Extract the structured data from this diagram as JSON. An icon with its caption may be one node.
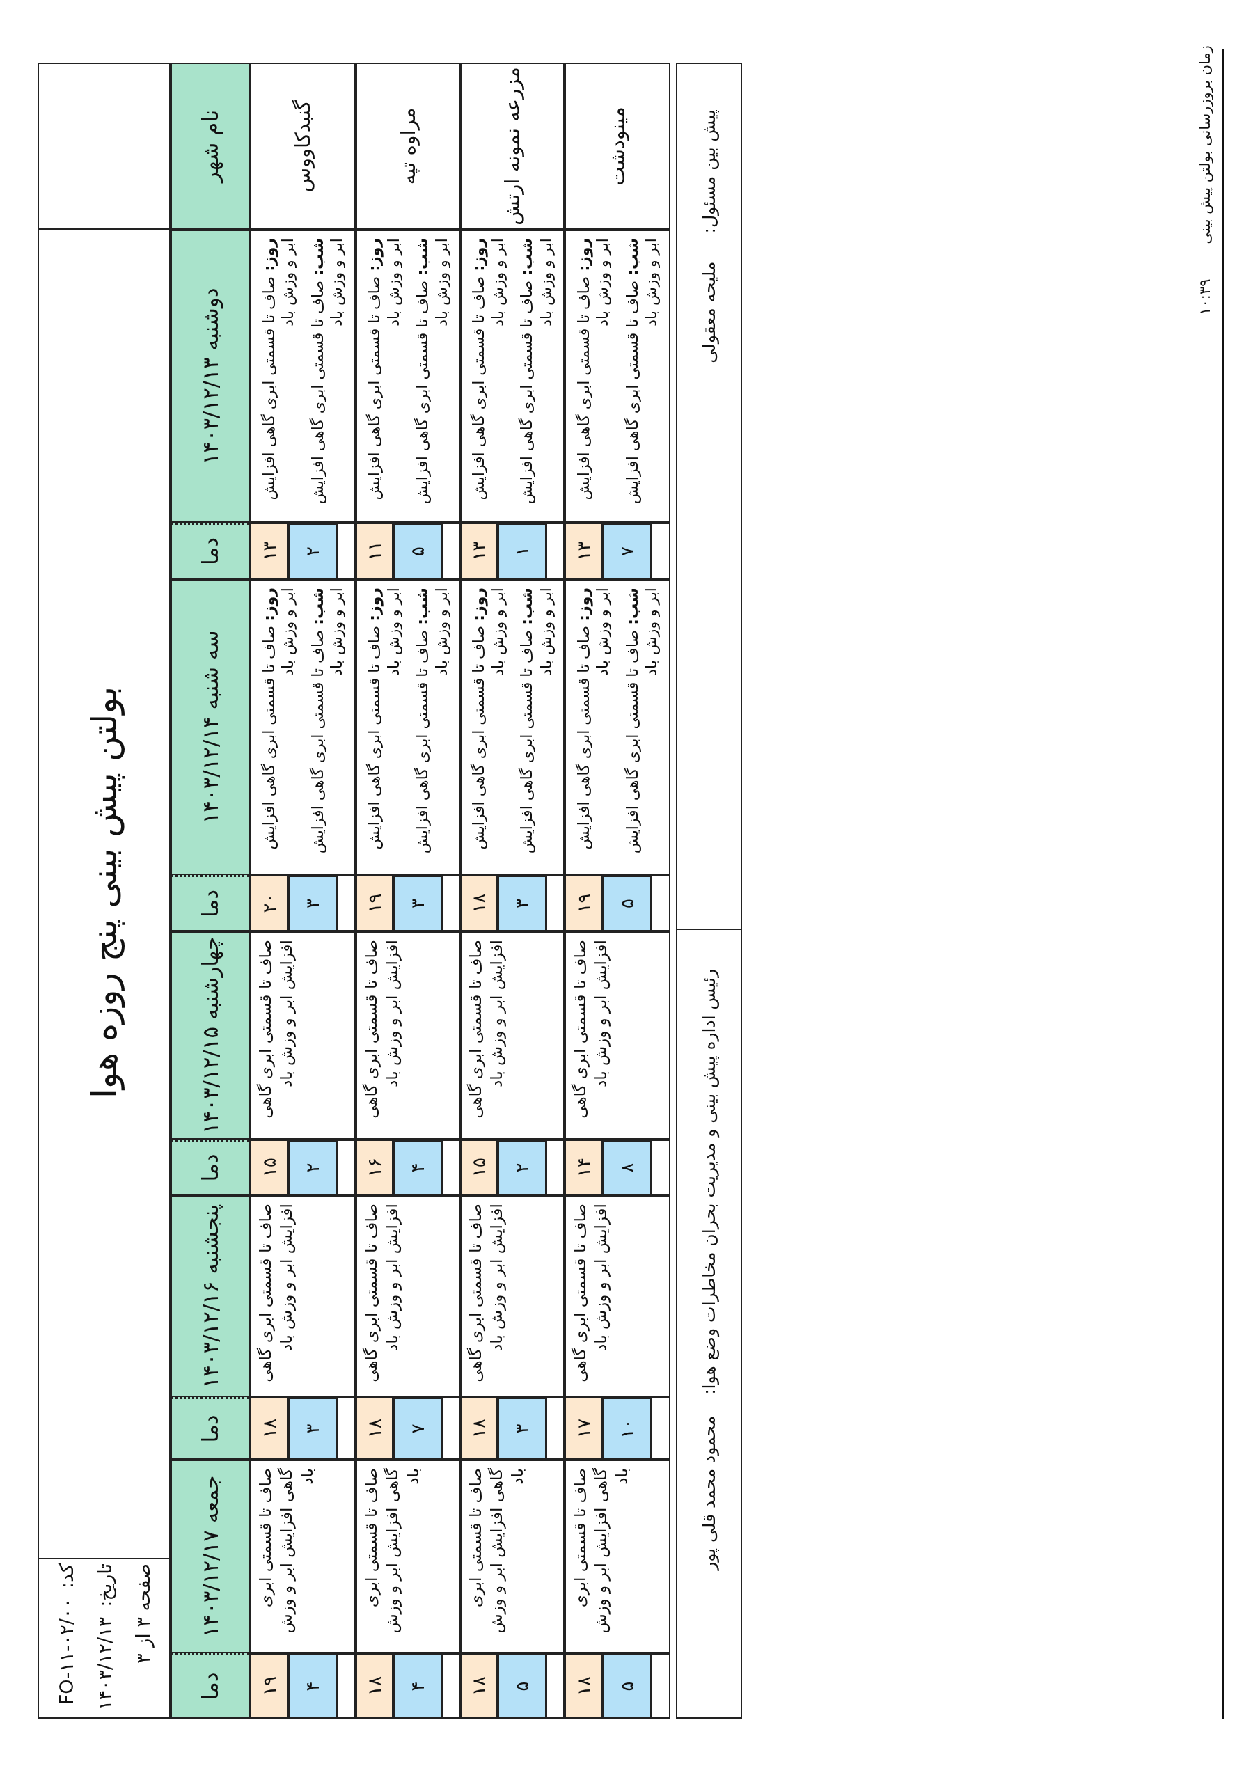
{
  "diagram": {
    "title": "بولتن پیش بینی پنج روزه هوا",
    "labels": [
      "کد:",
      "FO-۱۱-۰۲/۰۰",
      "تاریخ:",
      "۱۴۰۳/۱۲/۱۳",
      "صفحه ۳ از ۳",
      "نام شهر",
      "دوشنبه ۱۴۰۳/۱۲/۱۳",
      "دما",
      "سه شنبه ۱۴۰۳/۱۲/۱۴",
      "دما",
      "چهارشنبه ۱۴۰۳/۱۲/۱۵",
      "دما",
      "پنجشنبه ۱۴۰۳/۱۲/۱۶",
      "دما",
      "جمعه ۱۴۰۳/۱۲/۱۷",
      "دما",
      "گنبدکاووس",
      "**روز:** صاف تا قسمتی ابری گاهی افزایش ابر و وزش باد",
      "**شب:** صاف تا قسمتی ابری گاهی افزایش ابر و وزش باد",
      "۱۳",
      "۲",
      "**روز:** صاف تا قسمتی ابری گاهی افزایش ابر و وزش باد",
      "**شب:** صاف تا قسمتی ابری گاهی افزایش ابر و وزش باد",
      "۲۰",
      "۳",
      "صاف تا قسمتی ابری گاهی افزایش ابر و وزش باد",
      "۱۵",
      "۲",
      "صاف تا قسمتی ابری گاهی افزایش ابر و وزش باد",
      "۱۸",
      "۳",
      "صاف تا قسمتی ابری گاهی افزایش ابر و وزش باد",
      "۱۹",
      "۴",
      "مراوه تپه",
      "**روز:** صاف تا قسمتی ابری گاهی افزایش ابر و وزش باد",
      "**شب:** صاف تا قسمتی ابری گاهی افزایش ابر و وزش باد",
      "۱۱",
      "۵",
      "**روز:** صاف تا قسمتی ابری گاهی افزایش ابر و وزش باد",
      "**شب:** صاف تا قسمتی ابری گاهی افزایش ابر و وزش باد",
      "۱۹",
      "۳",
      "صاف تا قسمتی ابری گاهی افزایش ابر و وزش باد",
      "۱۶",
      "۴",
      "صاف تا قسمتی ابری گاهی افزایش ابر و وزش باد",
      "۱۸",
      "۷",
      "صاف تا قسمتی ابری گاهی افزایش ابر و وزش باد",
      "۱۸",
      "۴",
      "مزرعه نمونه ارتش",
      "**روز:** صاف تا قسمتی ابری گاهی افزایش ابر و وزش باد",
      "**شب:** صاف تا قسمتی ابری گاهی افزایش ابر و وزش باد",
      "۱۳",
      "۱",
      "**روز:** صاف تا قسمتی ابری گاهی افزایش ابر و وزش باد",
      "**شب:** صاف تا قسمتی ابری گاهی افزایش ابر و وزش باد",
      "۱۸",
      "۳",
      "صاف تا قسمتی ابری گاهی افزایش ابر و وزش باد",
      "۱۵",
      "۲",
      "صاف تا قسمتی ابری گاهی افزایش ابر و وزش باد",
      "۱۸",
      "۳",
      "صاف تا قسمتی ابری گاهی افزایش ابر و وزش باد",
      "۱۸",
      "۵",
      "مینودشت",
      "**روز:** صاف تا قسمتی ابری گاهی افزایش ابر و وزش باد",
      "**شب:** صاف تا قسمتی ابری گاهی افزایش ابر و وزش باد",
      "۱۳",
      "۷",
      "**روز:** صاف تا قسمتی ابری گاهی افزایش ابر و وزش باد",
      "**شب:** صاف تا قسمتی ابری گاهی افزایش ابر و وزش باد",
      "۱۹",
      "۵",
      "صاف تا قسمتی ابری گاهی افزایش ابر و وزش باد",
      "۱۴",
      "۸",
      "صاف تا قسمتی ابری گاهی افزایش ابر و وزش باد",
      "۱۷",
      "۱۰",
      "صاف تا قسمتی ابری گاهی افزایش ابر و وزش باد",
      "۱۸",
      "۵",
      "پیش بین مسئول:",
      "ملیحه معقولی",
      "رئیس اداره پیش بینی و مدیریت بحران مخاطرات وضع هوا:",
      "محمود محمد قلی پور",
      "زمان بروزرسانی بولتن پیش بینی",
      "۱۰:۳۹"
    ]
  }
}
